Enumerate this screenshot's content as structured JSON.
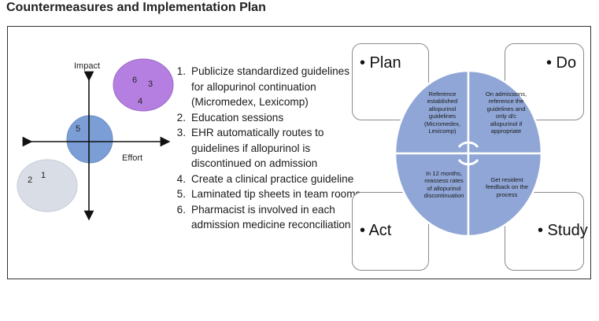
{
  "title": "Countermeasures and Implementation Plan",
  "matrix": {
    "y_axis_label": "Impact",
    "x_axis_label": "Effort",
    "groups": [
      {
        "items": [
          "6",
          "3",
          "4"
        ],
        "color": "#b57fe2"
      },
      {
        "items": [
          "5"
        ],
        "color": "#7b9ed6"
      },
      {
        "items": [
          "2",
          "1"
        ],
        "color": "#d9dde6"
      }
    ]
  },
  "steps": [
    {
      "number": "1.",
      "lines": [
        "Publicize standardized guidelines",
        "for allopurinol continuation",
        "(Micromedex, Lexicomp)"
      ]
    },
    {
      "number": "2.",
      "lines": [
        "Education sessions"
      ]
    },
    {
      "number": "3.",
      "lines": [
        "EHR automatically routes to",
        "guidelines if allopurinol is",
        "discontinued on admission"
      ]
    },
    {
      "number": "4.",
      "lines": [
        "Create a clinical practice guideline"
      ]
    },
    {
      "number": "5.",
      "lines": [
        "Laminated tip sheets in team rooms"
      ]
    },
    {
      "number": "6.",
      "lines": [
        "Pharmacist is involved in each",
        "admission medicine reconciliation"
      ]
    }
  ],
  "pdsa": {
    "plan": {
      "label": "• Plan",
      "text": [
        "Reference",
        "established",
        "allopurinol",
        "guidelines",
        "(Micromedex,",
        "Lexicomp)"
      ]
    },
    "do": {
      "label": "• Do",
      "text": [
        "On admissions,",
        "reference the",
        "guidelines and",
        "only d/c",
        "allopurinol if",
        "appropriate"
      ]
    },
    "act": {
      "label": "• Act",
      "text": [
        "In 12 months,",
        "reassess rates",
        "of allopurinol",
        "discontinuation"
      ]
    },
    "study": {
      "label": "• Study",
      "text": [
        "Get resident",
        "feedback on the",
        "process"
      ]
    },
    "quadrant_color": "#8fa6d6"
  }
}
